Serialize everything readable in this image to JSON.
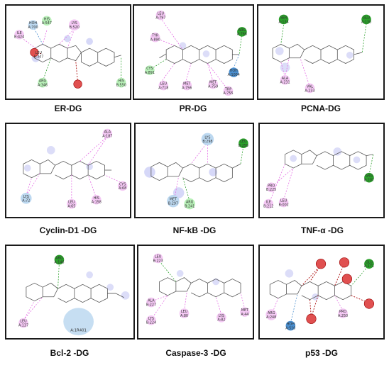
{
  "panels": [
    {
      "caption": "ER-DG",
      "residues": [
        {
          "name": "LEU",
          "id": "A:347"
        },
        {
          "name": "HIS",
          "id": "A:547"
        },
        {
          "name": "HOH",
          "id": "A:700"
        },
        {
          "name": "LYS",
          "id": "B:520"
        },
        {
          "name": "ILE",
          "id": "B:424"
        },
        {
          "name": "ARG",
          "id": "A:346"
        },
        {
          "name": "HIS",
          "id": "B:550"
        }
      ]
    },
    {
      "caption": "PR-DG",
      "residues": [
        {
          "name": "LEU",
          "id": "A:797"
        },
        {
          "name": "TYR",
          "id": "A:890"
        },
        {
          "name": "ARG",
          "id": "A:766"
        },
        {
          "name": "CYS",
          "id": "A:891"
        },
        {
          "name": "HOH",
          "id": "A:1004"
        },
        {
          "name": "LEU",
          "id": "A:718"
        },
        {
          "name": "MET",
          "id": "A:756"
        },
        {
          "name": "MET",
          "id": "A:759"
        },
        {
          "name": "TRP",
          "id": "A:755"
        }
      ]
    },
    {
      "caption": "PCNA-DG",
      "residues": [
        {
          "name": "SER",
          "id": "A:134"
        },
        {
          "name": "GLU",
          "id": "A:130"
        },
        {
          "name": "ALA",
          "id": "A:231"
        },
        {
          "name": "VAL",
          "id": "A:233"
        }
      ]
    },
    {
      "caption": "Cyclin-D1 -DG",
      "residues": [
        {
          "name": "ALA",
          "id": "A:187"
        },
        {
          "name": "CYS",
          "id": "A:68"
        },
        {
          "name": "LYS",
          "id": "A:72"
        },
        {
          "name": "LEU",
          "id": "A:65"
        },
        {
          "name": "HIS",
          "id": "A:158"
        }
      ]
    },
    {
      "caption": "NF-kB -DG",
      "residues": [
        {
          "name": "LYS",
          "id": "B:298"
        },
        {
          "name": "LEU",
          "id": "B:259"
        },
        {
          "name": "MET",
          "id": "B:297"
        },
        {
          "name": "ARG",
          "id": "B:241"
        }
      ]
    },
    {
      "caption": "TNF-α -DG",
      "residues": [
        {
          "name": "PRO",
          "id": "B:225"
        },
        {
          "name": "ILE",
          "id": "B:212"
        },
        {
          "name": "LEU",
          "id": "B:002"
        },
        {
          "name": "ARG",
          "id": "B:207"
        }
      ]
    },
    {
      "caption": "Bcl-2 -DG",
      "residues": [
        {
          "name": "ARG",
          "id": "A:146"
        },
        {
          "name": "LEU",
          "id": "A:137"
        },
        {
          "name": "A:1R401",
          "id": ""
        }
      ]
    },
    {
      "caption": "Caspase-3 -DG",
      "residues": [
        {
          "name": "LEU",
          "id": "B:223"
        },
        {
          "name": "ALA",
          "id": "B:227"
        },
        {
          "name": "LYS",
          "id": "B:224"
        },
        {
          "name": "LEU",
          "id": "A:80"
        },
        {
          "name": "LYS",
          "id": "A:82"
        },
        {
          "name": "MET",
          "id": "A:44"
        }
      ]
    },
    {
      "caption": "p53 -DG",
      "residues": [
        {
          "name": "GLU",
          "id": "A:171"
        },
        {
          "name": "ARG",
          "id": "A:248"
        },
        {
          "name": "HOH",
          "id": "A:510"
        },
        {
          "name": "PRO",
          "id": "A:250"
        }
      ]
    }
  ],
  "colors": {
    "hbond": "#2aa02a",
    "hydrophobic": "#e46ae4",
    "water": "#4a8fd0",
    "unfavorable": "#b01818",
    "residue_pink": "#f4c8f4",
    "residue_green": "#b8f0b8",
    "residue_blue": "#bcd8f0",
    "residue_red": "#e05050"
  }
}
